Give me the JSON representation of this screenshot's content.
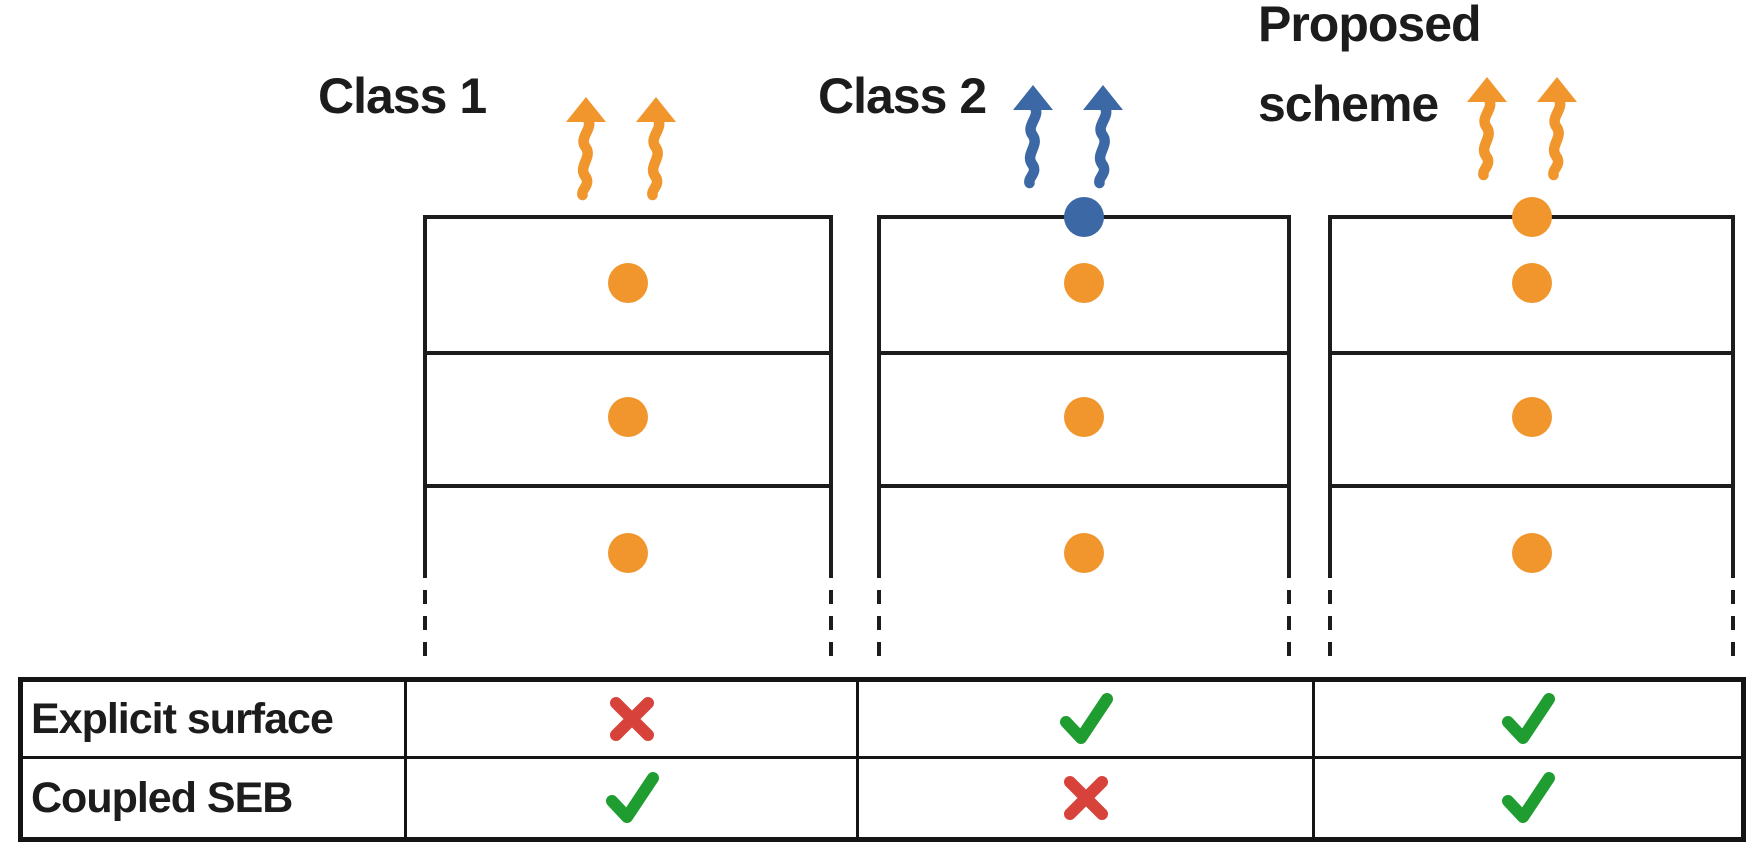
{
  "figure": {
    "background": "#ffffff",
    "line_color": "#1c1c1c",
    "schemes": [
      {
        "id": "class-1",
        "label": "Class 1",
        "flux_arrow_count": 2,
        "flux_arrow_color": "#F0962D",
        "flux_arrow_icon": "wavy-up-arrow",
        "surface_dot": false,
        "surface_dot_color": "",
        "layer_count": 3,
        "layer_dot_count": 3,
        "layer_dot_color": "#F0962D"
      },
      {
        "id": "class-2",
        "label": "Class 2",
        "flux_arrow_count": 2,
        "flux_arrow_color": "#3C69A5",
        "flux_arrow_icon": "wavy-up-arrow",
        "surface_dot": true,
        "surface_dot_color": "#3C69A5",
        "layer_count": 3,
        "layer_dot_count": 3,
        "layer_dot_color": "#F0962D"
      },
      {
        "id": "proposed",
        "label": "Proposed scheme",
        "flux_arrow_count": 2,
        "flux_arrow_color": "#F0962D",
        "flux_arrow_icon": "wavy-up-arrow",
        "surface_dot": true,
        "surface_dot_color": "#F0962D",
        "layer_count": 3,
        "layer_dot_count": 3,
        "layer_dot_color": "#F0962D"
      }
    ],
    "table": {
      "row_labels": [
        "Explicit surface",
        "Coupled SEB"
      ],
      "columns": [
        "Class 1",
        "Class 2",
        "Proposed scheme"
      ],
      "cells": [
        [
          "cross",
          "check",
          "check"
        ],
        [
          "check",
          "cross",
          "check"
        ]
      ],
      "check_symbol": "check-icon",
      "cross_symbol": "cross-icon",
      "check_color": "#1F9D31",
      "cross_color": "#D7433B"
    }
  }
}
